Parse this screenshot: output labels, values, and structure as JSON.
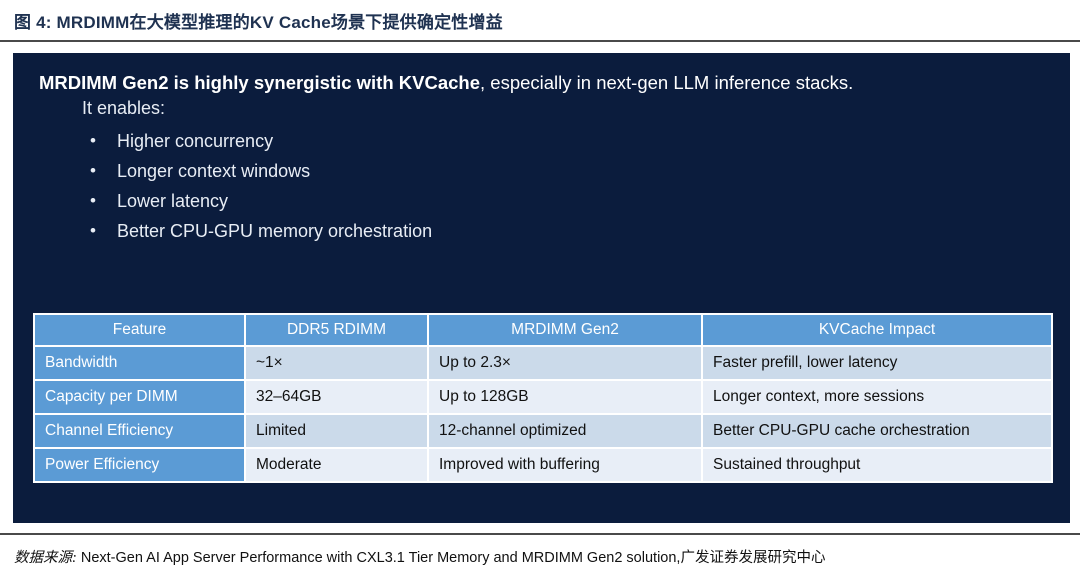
{
  "figure": {
    "title": "图 4: MRDIMM在大模型推理的KV Cache场景下提供确定性增益"
  },
  "slide": {
    "headline_bold": "MRDIMM Gen2 is highly synergistic with KVCache",
    "headline_rest": ", especially in next-gen LLM inference stacks.",
    "enables_label": "It enables:",
    "bullet_glyph": "•",
    "bullets": [
      "Higher concurrency",
      "Longer context windows",
      "Lower latency",
      "Better CPU-GPU memory orchestration"
    ]
  },
  "table": {
    "headers": [
      "Feature",
      "DDR5 RDIMM",
      "MRDIMM Gen2",
      "KVCache Impact"
    ],
    "rows": [
      {
        "feature": "Bandwidth",
        "ddr5": "~1×",
        "mrdimm": "Up to 2.3×",
        "impact": "Faster prefill, lower latency"
      },
      {
        "feature": "Capacity per DIMM",
        "ddr5": "32–64GB",
        "mrdimm": "Up to 128GB",
        "impact": "Longer context, more sessions"
      },
      {
        "feature": "Channel Efficiency",
        "ddr5": "Limited",
        "mrdimm": "12-channel optimized",
        "impact": "Better CPU-GPU cache orchestration"
      },
      {
        "feature": "Power Efficiency",
        "ddr5": "Moderate",
        "mrdimm": "Improved with buffering",
        "impact": "Sustained throughput"
      }
    ]
  },
  "footer": {
    "source_label": "数据来源:",
    "source_text": " Next-Gen AI App Server Performance with CXL3.1 Tier Memory and MRDIMM Gen2 solution,",
    "source_org": "广发证券发展研究中心"
  },
  "colors": {
    "panel_navy": "#0B1C3D",
    "table_header_blue": "#5B9BD5",
    "row_odd": "#CBDAEA",
    "row_even": "#E8EEF7",
    "title_navy": "#1F3251",
    "rule_gray": "#4A4A4A"
  }
}
